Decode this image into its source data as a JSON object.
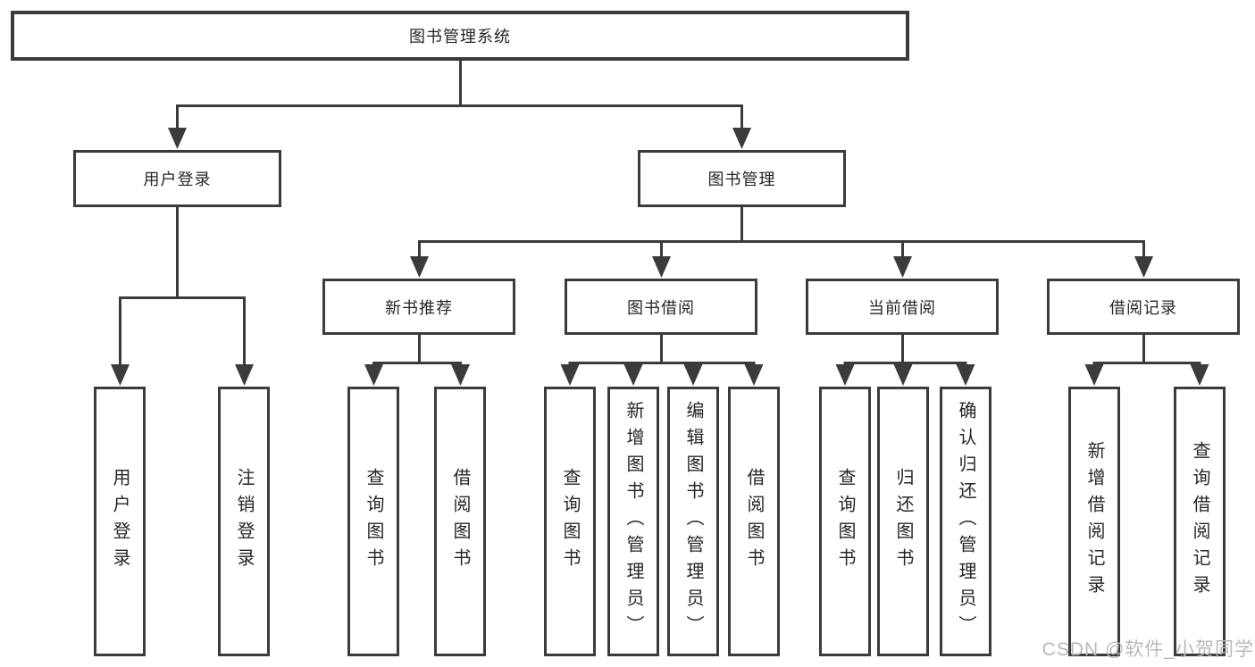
{
  "diagram": {
    "title": "图书管理系统",
    "root": {
      "label": "图书管理系统"
    },
    "level2": [
      {
        "label": "用户登录"
      },
      {
        "label": "图书管理"
      }
    ],
    "level3": [
      {
        "label": "新书推荐"
      },
      {
        "label": "图书借阅"
      },
      {
        "label": "当前借阅"
      },
      {
        "label": "借阅记录"
      }
    ],
    "leaves": {
      "user_login": [
        "用户登录",
        "注销登录"
      ],
      "new_book": [
        "查询图书",
        "借阅图书"
      ],
      "book_borrow": [
        "查询图书",
        "新增图书（管理员）",
        "编辑图书（管理员）",
        "借阅图书"
      ],
      "current_borrow": [
        "查询图书",
        "归还图书",
        "确认归还（管理员）"
      ],
      "borrow_record": [
        "新增借阅记录",
        "查询借阅记录"
      ]
    }
  },
  "watermark": {
    "text": "CSDN @软件_小贺同学"
  },
  "colors": {
    "line": "#3b3b3b",
    "box_border": "#3b3b3b",
    "text": "#262626",
    "watermark": "#b6babc",
    "background": "#ffffff"
  }
}
